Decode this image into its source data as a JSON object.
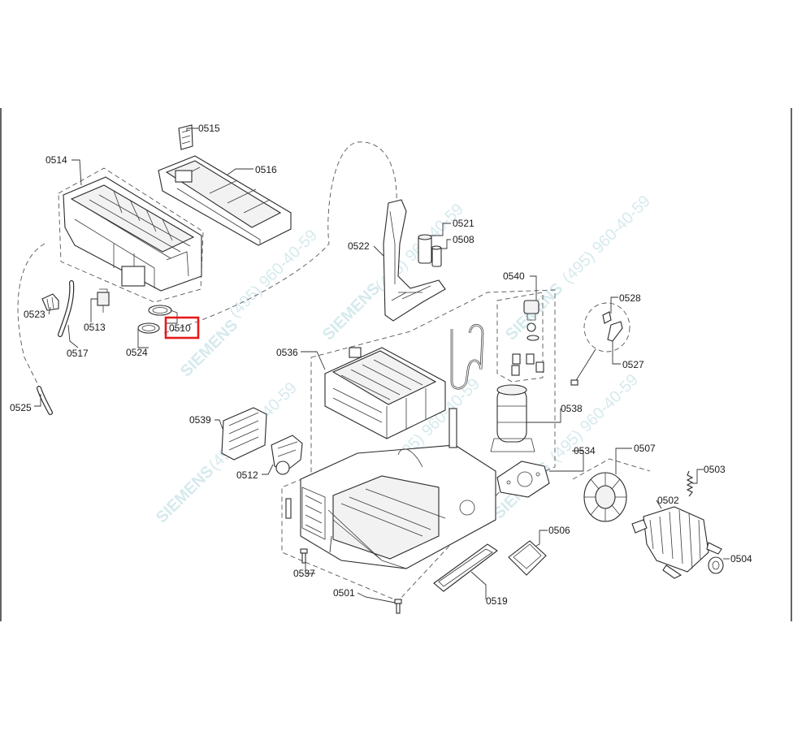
{
  "diagram": {
    "highlight": {
      "label": "0510",
      "color": "#e41b1b"
    },
    "watermark": {
      "brand": "SIEMENS",
      "phone": "(495) 960-40-59"
    },
    "labels": [
      "0515",
      "0514",
      "0516",
      "0523",
      "0513",
      "0510",
      "0517",
      "0524",
      "0525",
      "0522",
      "0521",
      "0508",
      "0540",
      "0528",
      "0527",
      "0536",
      "0538",
      "0539",
      "0512",
      "0534",
      "0507",
      "0503",
      "0502",
      "0504",
      "0506",
      "0537",
      "0501",
      "0519"
    ]
  }
}
